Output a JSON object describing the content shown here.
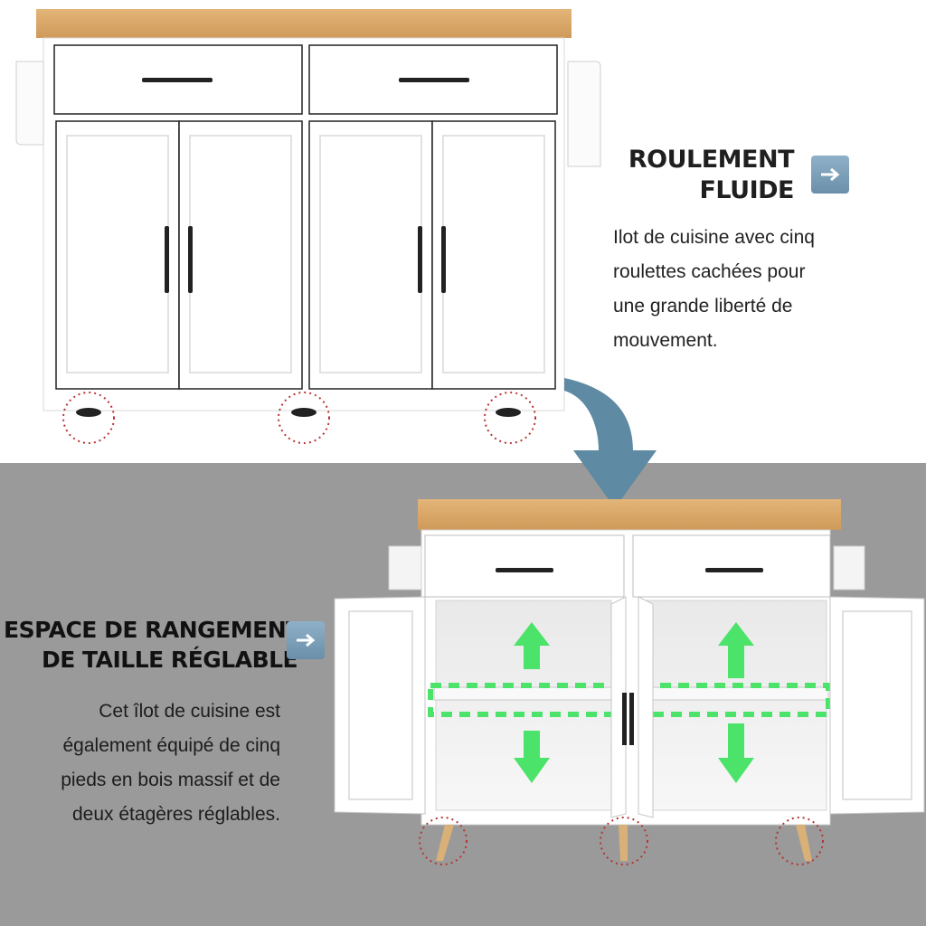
{
  "section_top": {
    "title_line1": "ROULEMENT",
    "title_line2": "FLUIDE",
    "desc_lines": [
      "Ilot de cuisine avec cinq",
      "roulettes cachées pour",
      "une grande liberté de",
      "mouvement."
    ]
  },
  "section_bottom": {
    "title_line1": "ESPACE DE RANGEMENT",
    "title_line2": "DE TAILLE RÉGLABLE",
    "desc_lines": [
      "Cet îlot de cuisine est",
      "également équipé de cinq",
      "pieds en bois massif et de",
      "deux étagères réglables."
    ]
  },
  "colors": {
    "bottom_background": "#9a9a9a",
    "accent_arrow": "#5e8aa3",
    "shelf_arrow": "#4be36a",
    "wood_top": "#d9a566"
  },
  "icons": [
    "arrow-right-icon",
    "curved-down-arrow-icon",
    "up-arrow-icon",
    "down-arrow-icon"
  ]
}
